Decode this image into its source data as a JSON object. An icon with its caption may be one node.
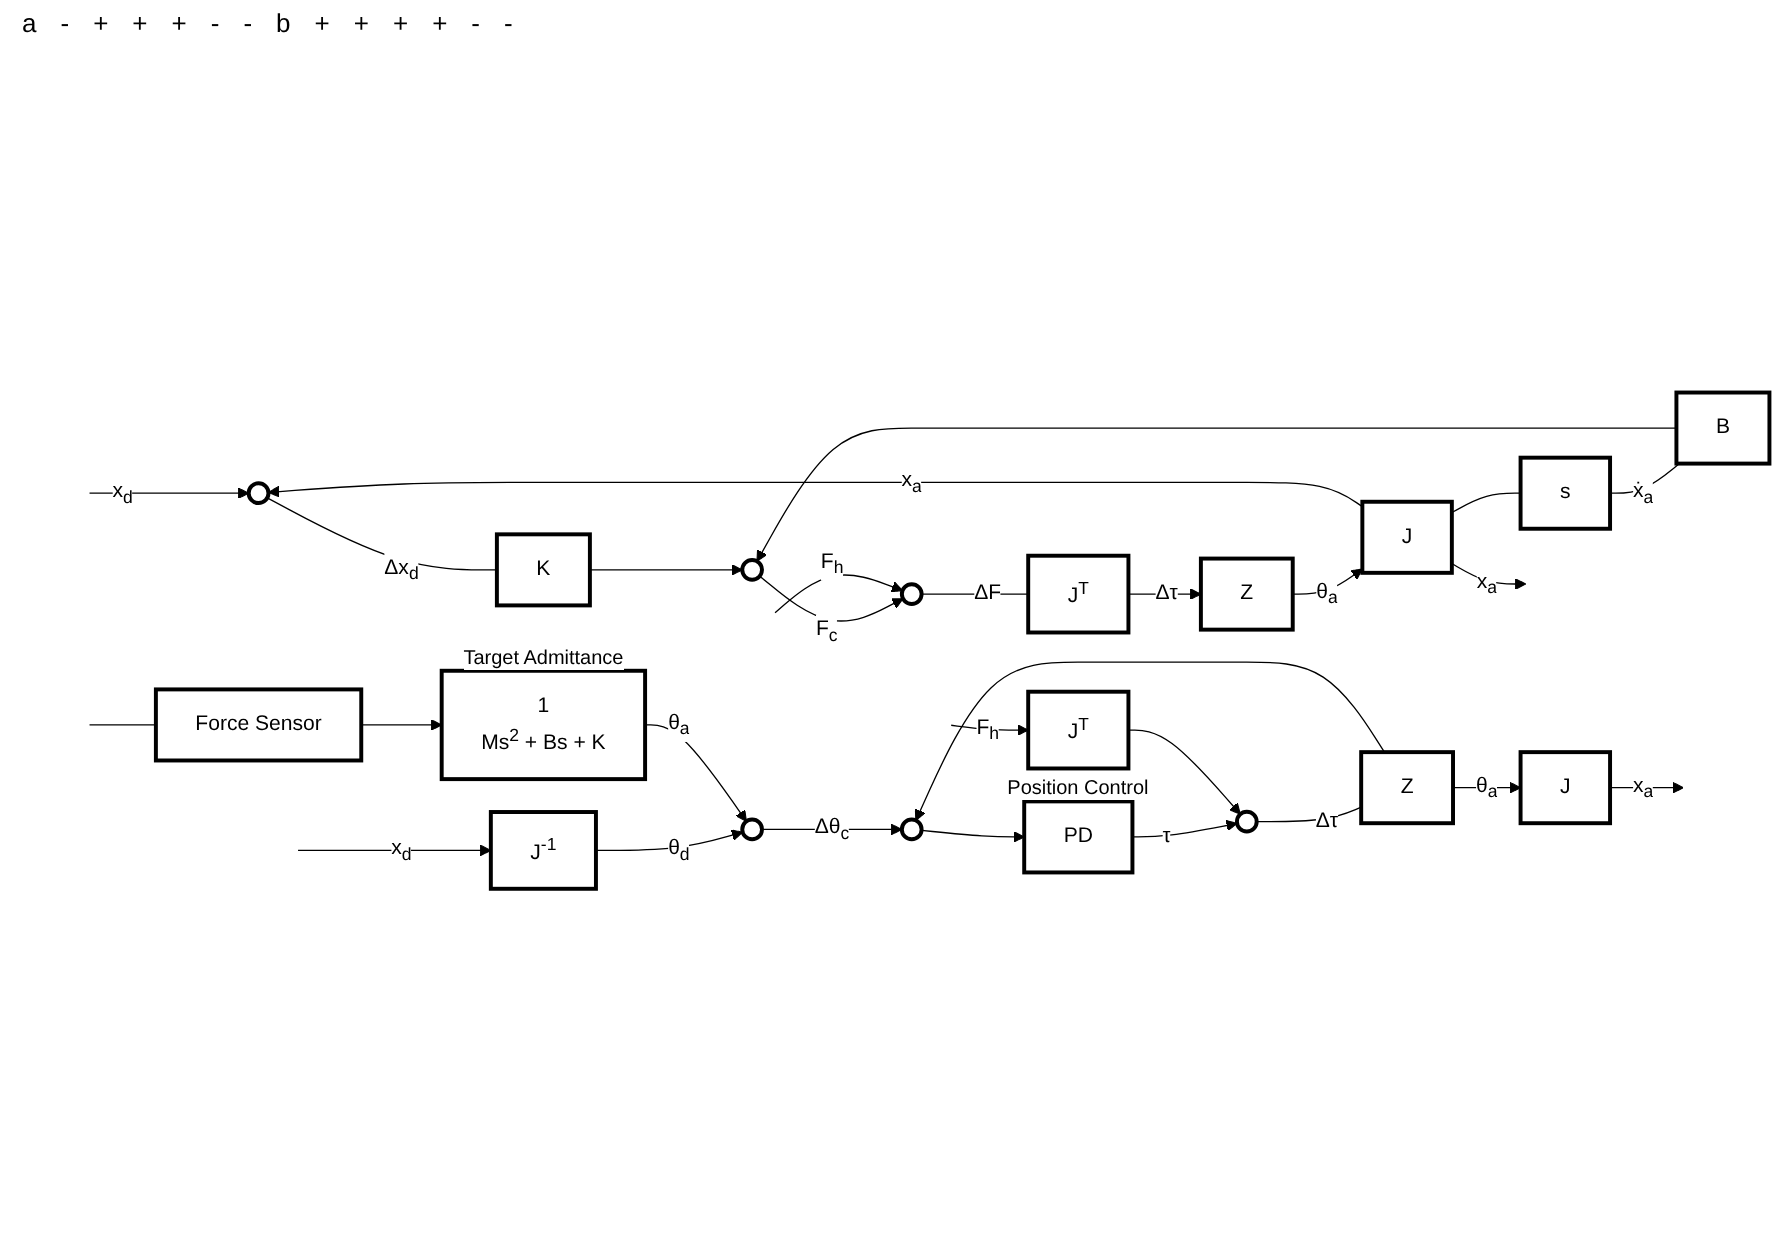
{
  "diagram": {
    "nodes": [
      {
        "text": [],
        "shape": "circle"
      },
      {
        "text": [
          "K"
        ]
      },
      {
        "text": [],
        "shape": "circle"
      },
      {
        "text": [],
        "shape": "circle"
      },
      {
        "text": [
          "J$^{T}$"
        ]
      },
      {
        "text": [
          "Z"
        ]
      },
      {
        "text": [
          "J"
        ]
      },
      {
        "text": [
          "B"
        ]
      },
      {
        "text": [
          "s"
        ]
      },
      {
        "text": [
          "J$^{-1}$"
        ]
      },
      {
        "text": [],
        "shape": "circle"
      },
      {
        "text": [],
        "shape": "circle"
      },
      {
        "text": [
          "PD"
        ],
        "beside": [
          "Position Control"
        ]
      },
      {
        "text": [],
        "shape": "circle"
      },
      {
        "text": [
          "Z"
        ]
      },
      {
        "text": [
          "J"
        ]
      },
      {
        "text": [
          "1",
          "Ms$^{2}$ + Bs + K"
        ],
        "beside": [
          "Target Admittance"
        ]
      },
      {
        "text": [
          "J$^{T}$"
        ]
      },
      {
        "text": [
          "Force Sensor"
        ]
      }
    ],
    "edges": [
      {
        "from": null,
        "to": 0,
        "arrow": "to",
        "label": "x$_{d}$"
      },
      {
        "from": 0,
        "to": 1,
        "arrow": "none",
        "label": "Δx$_{d}$"
      },
      {
        "from": 1,
        "to": 2,
        "arrow": "to"
      },
      {
        "from": 2,
        "to": 3,
        "arrow": "to",
        "label": "F$_{c}$"
      },
      {
        "from": null,
        "to": 3,
        "arrow": "to",
        "label": "F$_{h}$"
      },
      {
        "from": 3,
        "to": 4,
        "arrow": "none",
        "label": "ΔF"
      },
      {
        "from": 4,
        "to": 5,
        "arrow": "to",
        "label": "Δτ"
      },
      {
        "from": 5,
        "to": 6,
        "arrow": "to",
        "label": "θ$_{a}$"
      },
      {
        "from": 6,
        "to": null,
        "arrow": "to",
        "label": "x$_{a}$"
      },
      {
        "from": 6,
        "to": 8,
        "arrow": "none"
      },
      {
        "from": 8,
        "to": 7,
        "arrow": "none",
        "label": "ẋ$_{a}$"
      },
      {
        "from": 7,
        "to": 2,
        "arrow": "to"
      },
      {
        "from": 6,
        "to": 0,
        "arrow": "to",
        "label": "x$_{a}$"
      },
      {
        "from": null,
        "to": 9,
        "arrow": "to",
        "label": "x$_{d}$"
      },
      {
        "from": 9,
        "to": 10,
        "arrow": "to",
        "label": "θ$_{d}$"
      },
      {
        "from": 10,
        "to": 11,
        "arrow": "to",
        "label": "Δθ$_{c}$"
      },
      {
        "from": 11,
        "to": 12,
        "arrow": "to"
      },
      {
        "from": 12,
        "to": 13,
        "arrow": "to",
        "label": "τ"
      },
      {
        "from": 13,
        "to": 14,
        "arrow": "none",
        "label": "Δτ"
      },
      {
        "from": 14,
        "to": 15,
        "arrow": "to",
        "label": "θ$_{a}$"
      },
      {
        "from": 15,
        "to": null,
        "arrow": "to",
        "label": "x$_{a}$"
      },
      {
        "from": 14,
        "to": 11,
        "arrow": "to"
      },
      {
        "from": 16,
        "to": 10,
        "arrow": "to",
        "label": "θ$_{a}$"
      },
      {
        "from": 17,
        "to": 13,
        "arrow": "to"
      },
      {
        "from": 18,
        "to": 16,
        "arrow": "to"
      },
      {
        "from": null,
        "to": 17,
        "arrow": "to",
        "label": "F$_{h}$"
      },
      {
        "from": null,
        "to": 18,
        "arrow": "none"
      }
    ],
    "labels": [
      "a",
      "-",
      "+",
      "+",
      "+",
      "-",
      "-",
      "b",
      "+",
      "+",
      "+",
      "+",
      "-",
      "-"
    ]
  }
}
